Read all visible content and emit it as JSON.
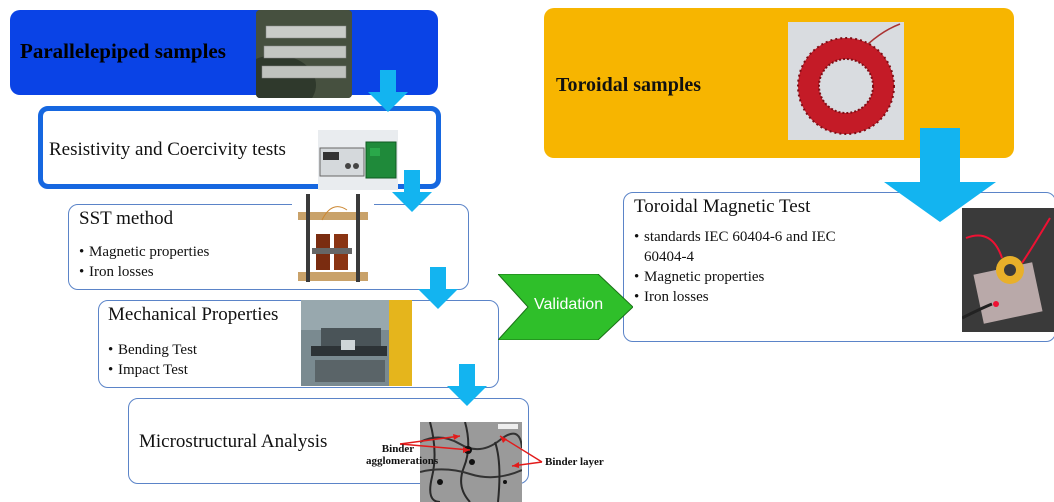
{
  "parallelepiped": {
    "title": "Parallelepiped samples"
  },
  "resistivity": {
    "title": "Resistivity and Coercivity tests"
  },
  "sst": {
    "title": "SST method",
    "bullets": [
      "Magnetic properties",
      "Iron losses"
    ]
  },
  "mechanical": {
    "title": "Mechanical Properties",
    "bullets": [
      "Bending Test",
      "Impact Test"
    ]
  },
  "microstructural": {
    "title": "Microstructural Analysis",
    "annotations": {
      "binder_agglomerations": "Binder agglomerations",
      "binder_layer": "Binder layer"
    }
  },
  "validation": {
    "label": "Validation"
  },
  "toroidal_samples": {
    "title": "Toroidal samples"
  },
  "toroidal_test": {
    "title": "Toroidal Magnetic Test",
    "bullets": [
      "standards IEC 60404-6 and IEC 60404-4",
      "Magnetic properties",
      "Iron losses"
    ]
  },
  "colors": {
    "blue_box": "#0a43e6",
    "blue_border": "#1667e0",
    "thin_border": "#5b84c8",
    "orange_box": "#f7b500",
    "arrow": "#13b4f0",
    "validation_green": "#2fbf2a"
  }
}
